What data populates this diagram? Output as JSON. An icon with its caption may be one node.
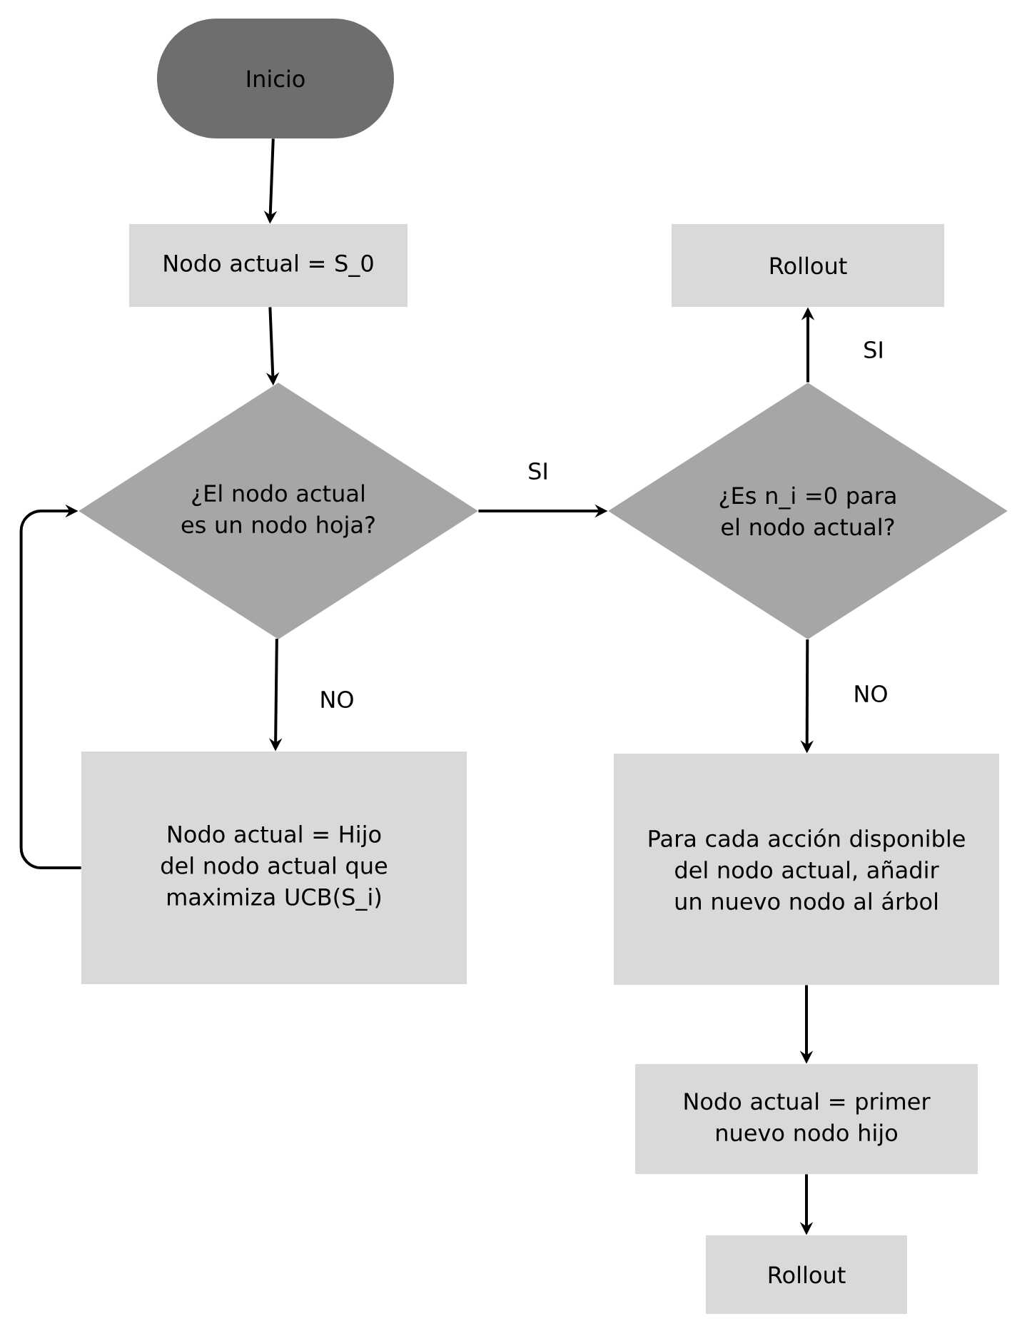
{
  "diagram": {
    "nodes": [
      {
        "text": [
          "Inicio"
        ]
      },
      {
        "text": [
          "Nodo actual = S_0"
        ]
      },
      {
        "text": [
          "¿El nodo actual es un nodo hoja?"
        ]
      },
      {
        "text": [
          "Nodo actual = Hijo del nodo actual que maximiza UCB(S_i)"
        ]
      },
      {
        "text": [
          "Rollout"
        ]
      },
      {
        "text": [
          "¿Es n_i =0 para el nodo actual?"
        ]
      },
      {
        "text": [
          "Para cada acción disponible del nodo actual, añadir un nuevo nodo al árbol"
        ]
      },
      {
        "text": [
          "Nodo actual = primer nuevo nodo hijo"
        ]
      },
      {
        "text": [
          "Rollout"
        ]
      }
    ],
    "edges": [
      {
        "from": 0,
        "to": 1,
        "arrow": "to"
      },
      {
        "from": 1,
        "to": 2,
        "arrow": "to"
      },
      {
        "from": 2,
        "to": 3,
        "arrow": "to",
        "label": "NO"
      },
      {
        "from": 3,
        "to": 2,
        "arrow": "to"
      },
      {
        "from": 2,
        "to": 5,
        "arrow": "to",
        "label": "SI"
      },
      {
        "from": 5,
        "to": 4,
        "arrow": "to",
        "label": "SI"
      },
      {
        "from": 5,
        "to": 6,
        "arrow": "to",
        "label": "NO"
      },
      {
        "from": 6,
        "to": 7,
        "arrow": "to"
      },
      {
        "from": 7,
        "to": 8,
        "arrow": "to"
      }
    ]
  }
}
